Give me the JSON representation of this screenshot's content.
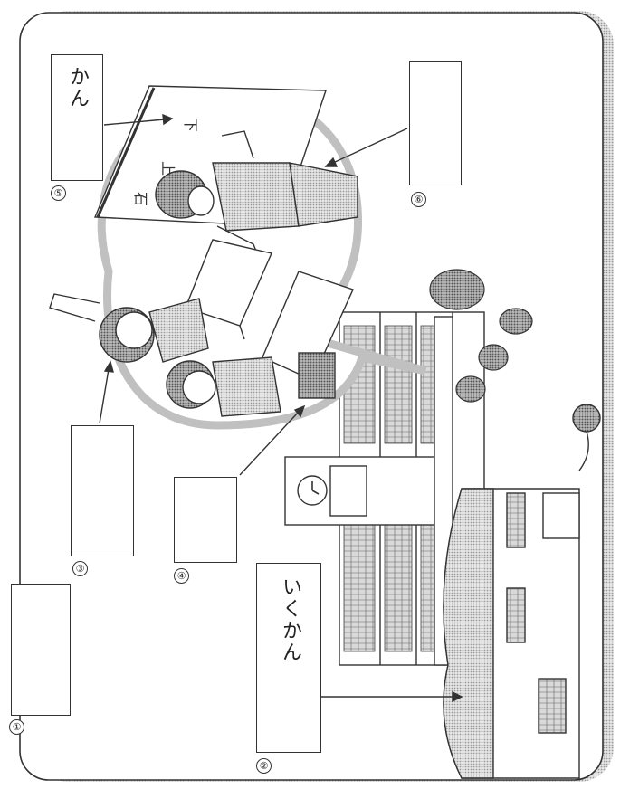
{
  "labels": [
    {
      "number": "①",
      "answer": ""
    },
    {
      "number": "②",
      "answer": "いくかん"
    },
    {
      "number": "③",
      "answer": ""
    },
    {
      "number": "④",
      "answer": ""
    },
    {
      "number": "⑤",
      "answer": "かん"
    },
    {
      "number": "⑥",
      "answer": ""
    }
  ],
  "blackboard": {
    "characters": [
      "下",
      "上",
      "石"
    ]
  },
  "colors": {
    "frame_shadow": "#b8b8b8",
    "halftone": "#c8c8c8",
    "line": "#333333"
  }
}
